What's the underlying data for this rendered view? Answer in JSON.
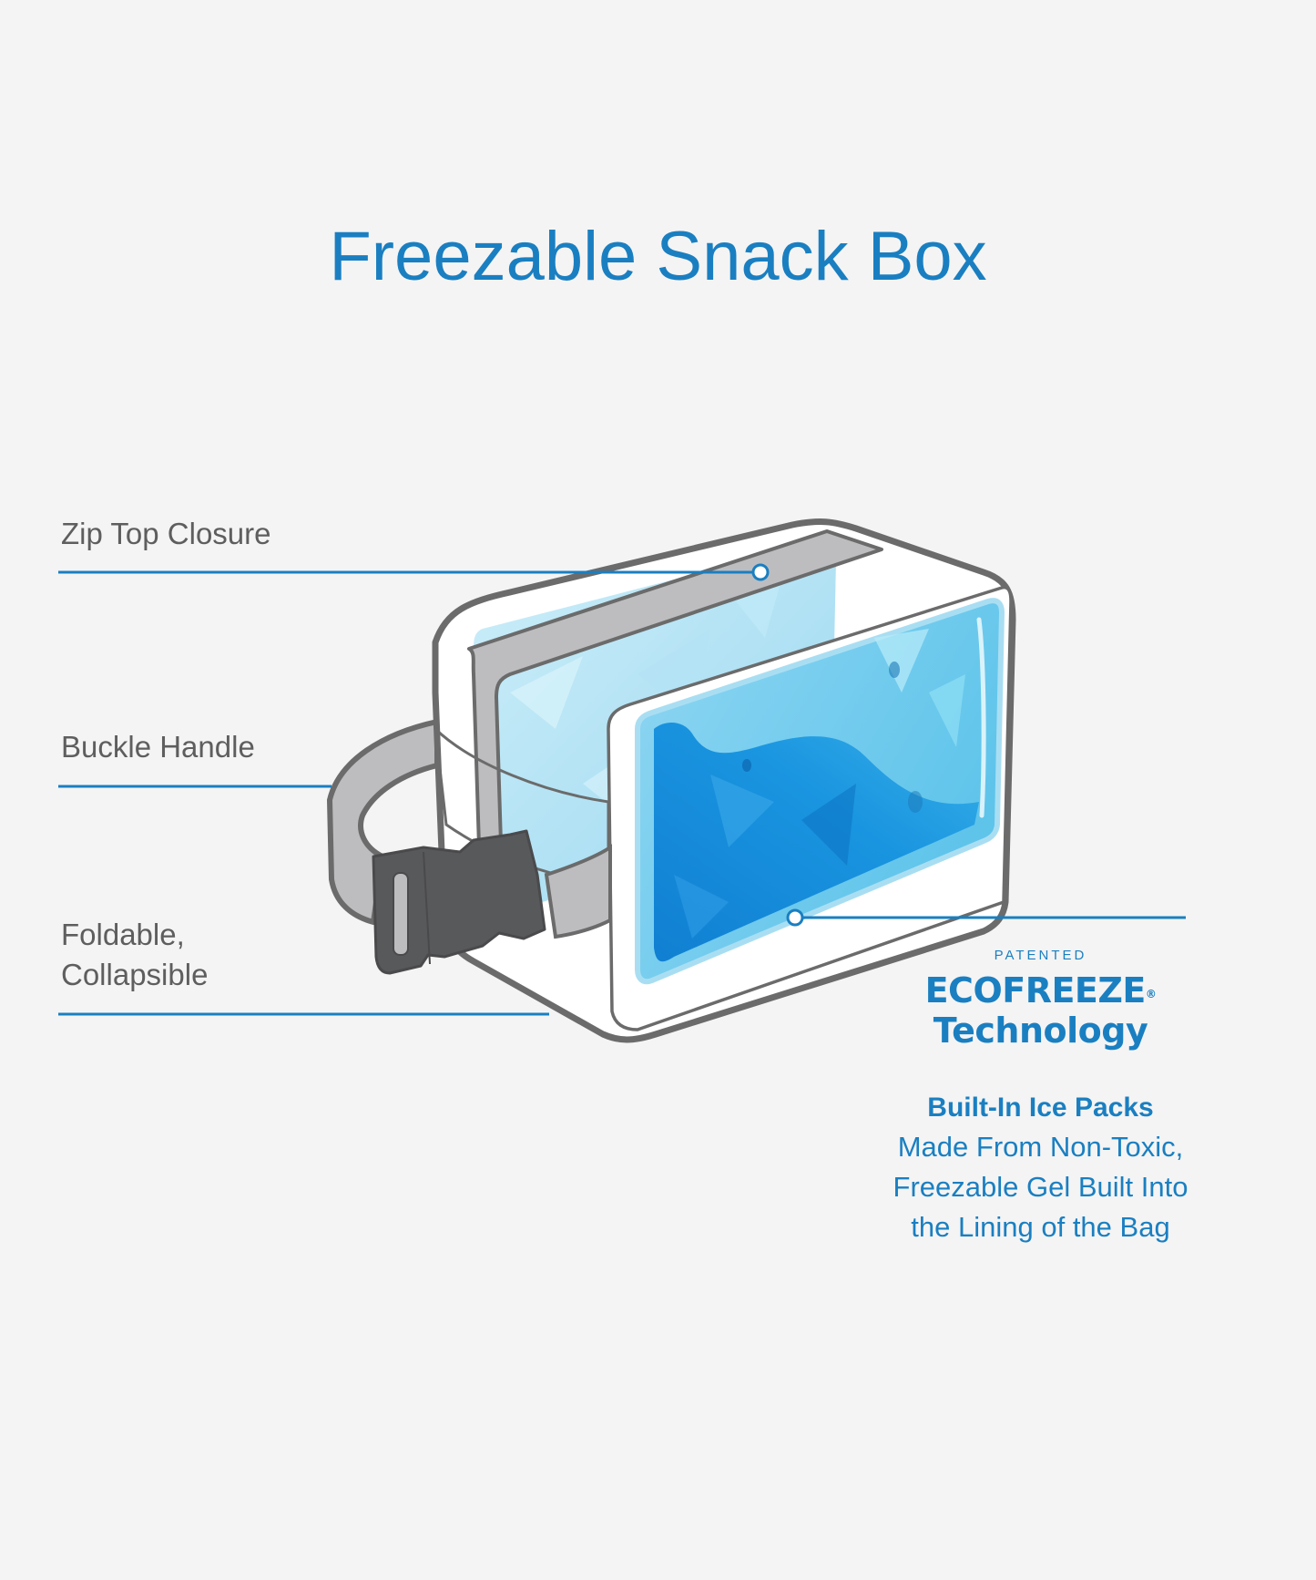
{
  "title": "Freezable Snack Box",
  "callouts": [
    {
      "label": "Zip Top Closure",
      "target": "zip"
    },
    {
      "label": "Buckle Handle",
      "target": "handle"
    },
    {
      "label_line1": "Foldable,",
      "label_line2": "Collapsible",
      "target": "body"
    }
  ],
  "technology": {
    "prefix": "PATENTED",
    "brand": "ECOFREEZE",
    "registered_mark": "®",
    "name": "Technology"
  },
  "feature": {
    "heading": "Built-In Ice Packs",
    "description_lines": [
      "Made From Non-Toxic,",
      "Freezable Gel Built Into",
      "the Lining of the Bag"
    ]
  },
  "colors": {
    "background": "#f4f4f4",
    "accent_blue": "#1a7fc1",
    "label_gray": "#5e5e5e",
    "outline_gray": "#6b6b6b",
    "strap_gray": "#bdbdbf",
    "buckle_dark": "#58595b",
    "ice_light": "#a9def2",
    "ice_deep": "#0e84d6"
  }
}
